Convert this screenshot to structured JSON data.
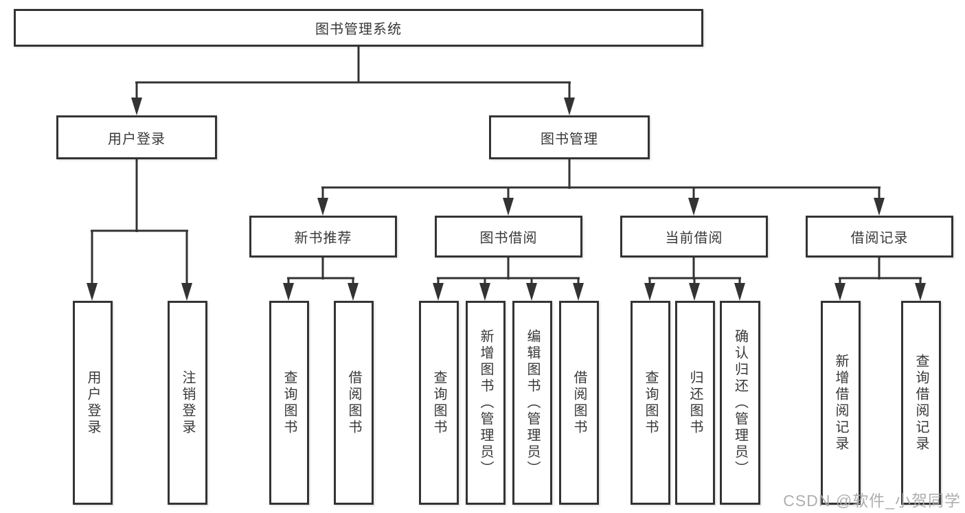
{
  "diagram": {
    "title": "图书管理系统",
    "type": "feature-tree",
    "tree": {
      "label": "图书管理系统",
      "children": [
        {
          "label": "用户登录",
          "children": [
            {
              "label": "用户登录"
            },
            {
              "label": "注销登录"
            }
          ]
        },
        {
          "label": "图书管理",
          "children": [
            {
              "label": "新书推荐",
              "children": [
                {
                  "label": "查询图书"
                },
                {
                  "label": "借阅图书"
                }
              ]
            },
            {
              "label": "图书借阅",
              "children": [
                {
                  "label": "查询图书"
                },
                {
                  "label": "新增图书（管理员）"
                },
                {
                  "label": "编辑图书（管理员）"
                },
                {
                  "label": "借阅图书"
                }
              ]
            },
            {
              "label": "当前借阅",
              "children": [
                {
                  "label": "查询图书"
                },
                {
                  "label": "归还图书"
                },
                {
                  "label": "确认归还（管理员）"
                }
              ]
            },
            {
              "label": "借阅记录",
              "children": [
                {
                  "label": "新增借阅记录"
                },
                {
                  "label": "查询借阅记录"
                }
              ]
            }
          ]
        }
      ]
    },
    "colors": {
      "line": "#333333",
      "box_border": "#333333",
      "box_background": "#ffffff",
      "text": "#383838",
      "watermark": "#a8a8a8"
    }
  },
  "watermark": {
    "text": "CSDN @软件_小贺同学"
  }
}
